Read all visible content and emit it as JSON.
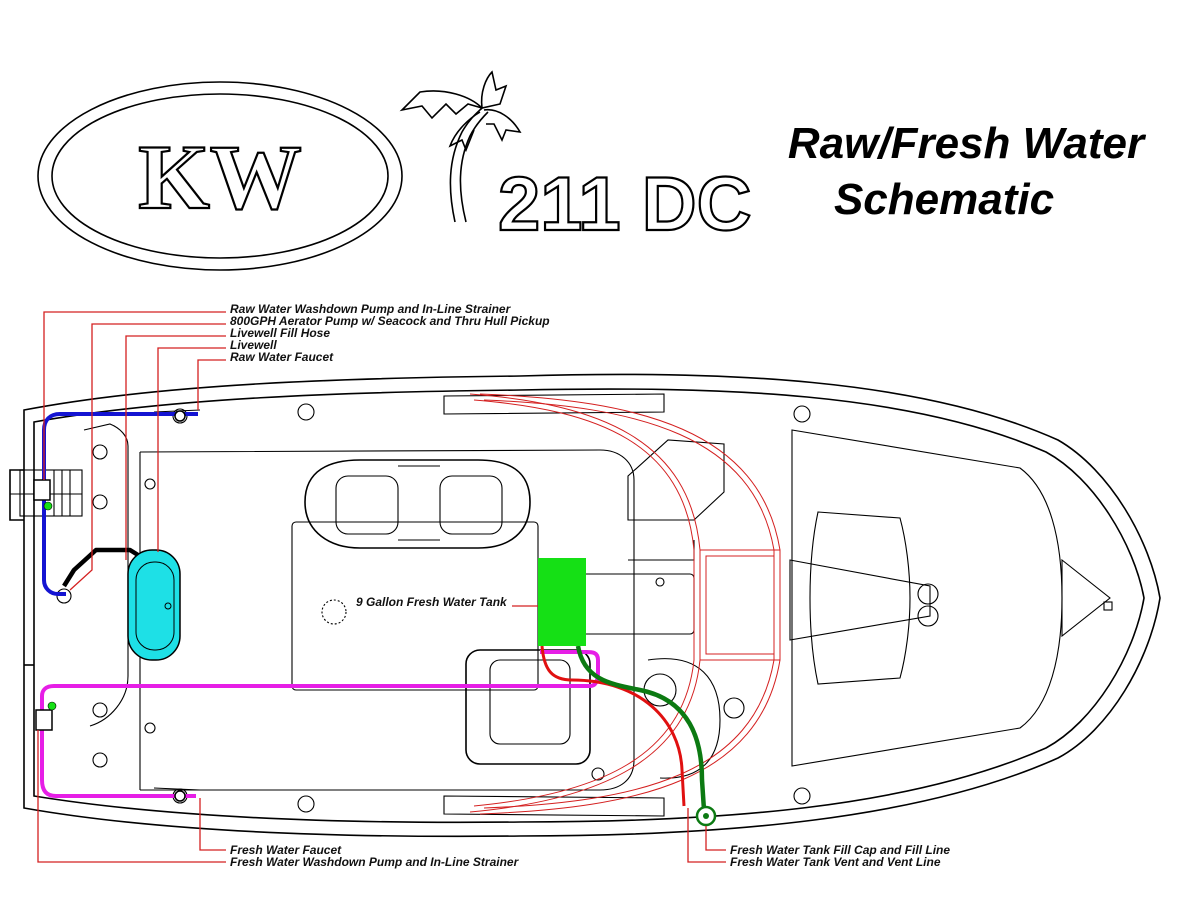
{
  "title": {
    "line1": "Raw/Fresh Water",
    "line2": "Schematic"
  },
  "logo": {
    "brand": "KW",
    "model": "211 DC"
  },
  "tank_label": "9 Gallon Fresh Water Tank",
  "callouts_top": [
    "Raw Water Washdown Pump and In-Line Strainer",
    "800GPH Aerator Pump w/ Seacock and Thru Hull Pickup",
    "Livewell Fill Hose",
    "Livewell",
    "Raw Water Faucet"
  ],
  "callouts_bottom_left": [
    "Fresh Water Faucet",
    "Fresh Water Washdown Pump and In-Line Strainer"
  ],
  "callouts_bottom_right": [
    "Fresh Water Tank Fill Cap and Fill Line",
    "Fresh Water Tank Vent and Vent Line"
  ],
  "colors": {
    "raw_water_line": "#1414d2",
    "fresh_water_line": "#e61ee6",
    "fill_line": "#0c7a12",
    "vent_line": "#e01010",
    "livewell": "#1ee0e6",
    "tank": "#15e015",
    "callout_leader": "#d42020"
  }
}
